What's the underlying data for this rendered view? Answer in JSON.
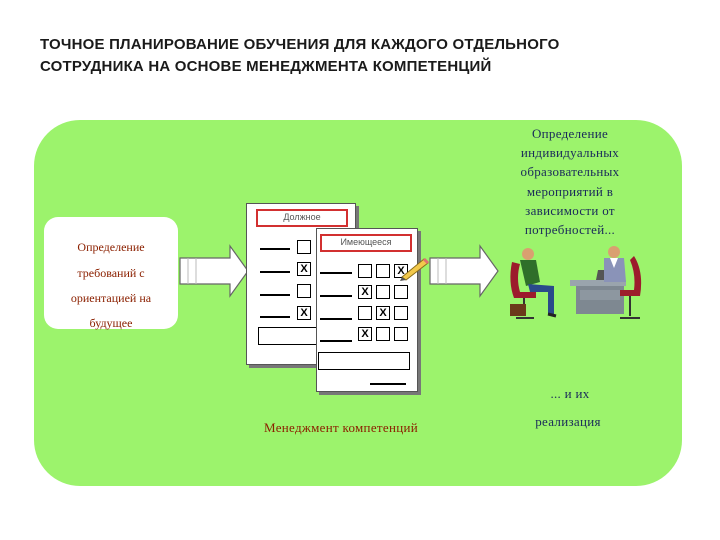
{
  "title": {
    "line1": "ТОЧНОЕ ПЛАНИРОВАНИЕ ОБУЧЕНИЯ ДЛЯ КАЖДОГО ОТДЕЛЬНОГО",
    "line2": "СОТРУДНИКА НА ОСНОВЕ МЕНЕДЖМЕНТА КОМПЕТЕНЦИЙ"
  },
  "left_box": {
    "lines": [
      "Определение",
      "требований с",
      "ориентацией на",
      "будущее"
    ]
  },
  "forms": {
    "back_label": "Должное",
    "front_label": "Имеющееся",
    "check_mark": "X"
  },
  "center_caption": "Менеджмент компетенций",
  "right": {
    "lines": [
      "Определение",
      "индивидуальных",
      "образовательных",
      "мероприятий в",
      "зависимости от",
      "потребностей..."
    ],
    "bottom_lines": [
      "... и их",
      "реализация"
    ]
  },
  "colors": {
    "panel": "#9cf36c",
    "title": "#1a1a1a",
    "left_text": "#8b2000",
    "center_caption": "#8b2000",
    "right_text": "#1a2a5a",
    "form_label_border": "#d23030",
    "arrow_fill": "#ffffff"
  },
  "icons": [
    "arrow-right-icon",
    "checkbox-icon",
    "pencil-icon",
    "meeting-people-icon"
  ]
}
